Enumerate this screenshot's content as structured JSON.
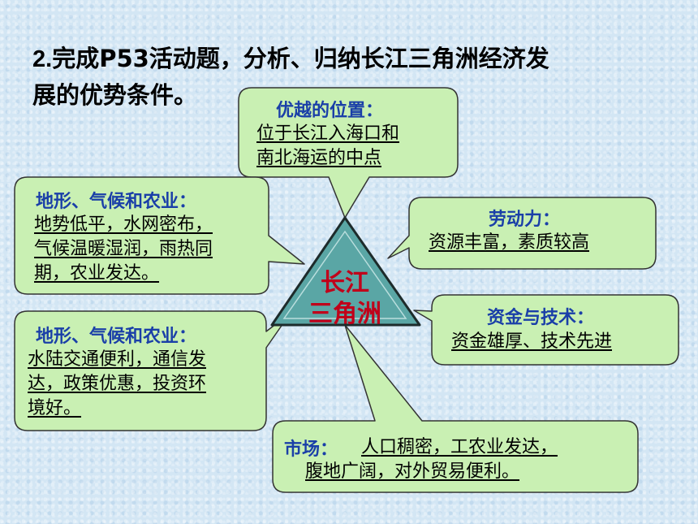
{
  "title": {
    "number": "2.",
    "text_line1": "完成P53活动题，分析、归纳长江三角洲经济发",
    "text_line2": "展的优势条件。"
  },
  "center": {
    "line1": "长江",
    "line2": "三角洲",
    "fill_color": "#59a5a3",
    "text_color": "#c0001a"
  },
  "boxes": {
    "location": {
      "head": "优越的位置：",
      "line1": "位于长江入海口和",
      "line2": "南北海运的中点"
    },
    "terrain": {
      "head": "地形、气候和农业：",
      "line1": "地势低平，水网密布，",
      "line2": "气候温暖湿润，雨热同",
      "line3": "期，农业发达。"
    },
    "labor": {
      "head": "劳动力：",
      "line1": "资源丰富，素质较高"
    },
    "capital": {
      "head": "资金与技术：",
      "line1": "资金雄厚、技术先进"
    },
    "transport": {
      "head": "地形、气候和农业：",
      "line1": "水陆交通便利，通信发",
      "line2": "达，政策优惠，投资环",
      "line3": "境好。"
    },
    "market": {
      "head": "市场：",
      "line1": "人口稠密，工农业发达，",
      "line2": "腹地广阔，对外贸易便利。"
    }
  },
  "colors": {
    "box_fill": "#c9f0b3",
    "box_stroke": "#333333",
    "heading": "#1a3fa8"
  }
}
